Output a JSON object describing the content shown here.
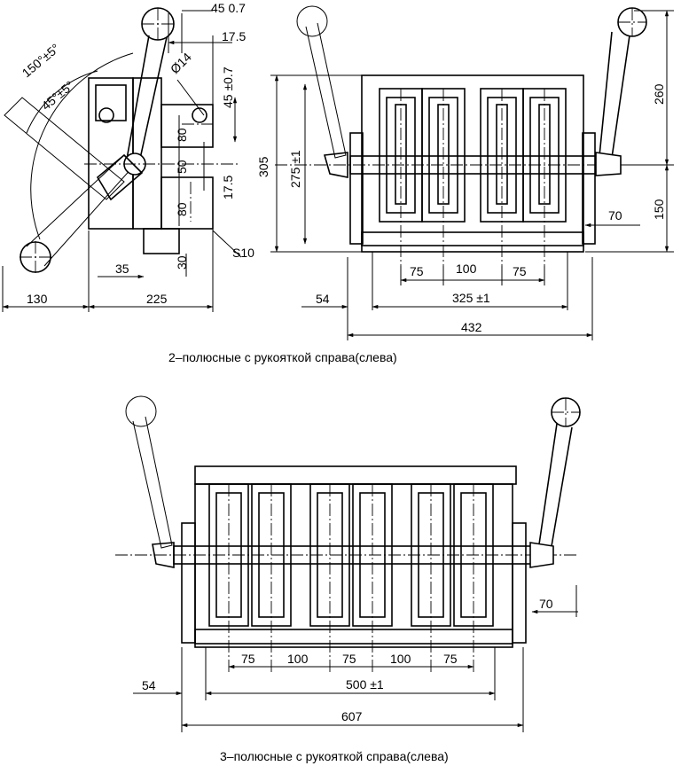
{
  "top_view": {
    "side": {
      "angle_150": "150°±5°",
      "angle_45": "45°±5°",
      "dim_45_07_top": "45 0.7",
      "dim_175_top": "17.5",
      "dim_d14": "Ø14",
      "dim_45_07_side": "45 ±0.7",
      "dim_80_a": "80",
      "dim_50": "50",
      "dim_175_side": "17.5",
      "dim_80_b": "80",
      "dim_30": "30",
      "dim_s10": "S10",
      "dim_35": "35",
      "dim_130": "130",
      "dim_225": "225"
    },
    "front": {
      "dim_305": "305",
      "dim_275": "275 ±1",
      "dim_260": "260",
      "dim_150": "150",
      "dim_70": "70",
      "dim_75_a": "75",
      "dim_100": "100",
      "dim_75_b": "75",
      "dim_54": "54",
      "dim_325": "325 ±1",
      "dim_432": "432"
    },
    "caption": "2–полюсные с  рукояткой справа(слева)"
  },
  "bottom_view": {
    "dim_70": "70",
    "dims_row": [
      "75",
      "100",
      "75",
      "100",
      "75"
    ],
    "dim_54": "54",
    "dim_500": "500 ±1",
    "dim_607": "607",
    "caption": "3–полюсные с  рукояткой справа(слева)"
  }
}
